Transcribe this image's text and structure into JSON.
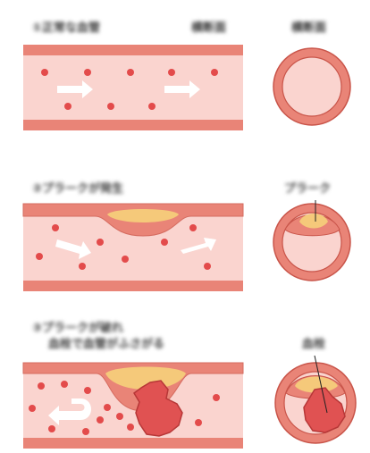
{
  "colors": {
    "wall": "#e98477",
    "wall_stroke": "#c9554a",
    "lumen": "#fad4cf",
    "blood_cell": "#e34b4b",
    "plaque": "#f5c97a",
    "clot": "#e05252",
    "clot_stroke": "#b73737",
    "arrow": "#ffffff"
  },
  "panels": [
    {
      "id": "normal",
      "title_line1": "①正常な血管",
      "title_line2": "",
      "side_label": "横断面",
      "cross_label": "横断面"
    },
    {
      "id": "plaque",
      "title_line1": "②プラークが発生",
      "title_line2": "",
      "side_label": "",
      "cross_label": "プラーク"
    },
    {
      "id": "rupture",
      "title_line1": "③プラークが破れ",
      "title_line2": "血栓で血管がふさがる",
      "side_label": "",
      "cross_label": "血栓"
    }
  ]
}
